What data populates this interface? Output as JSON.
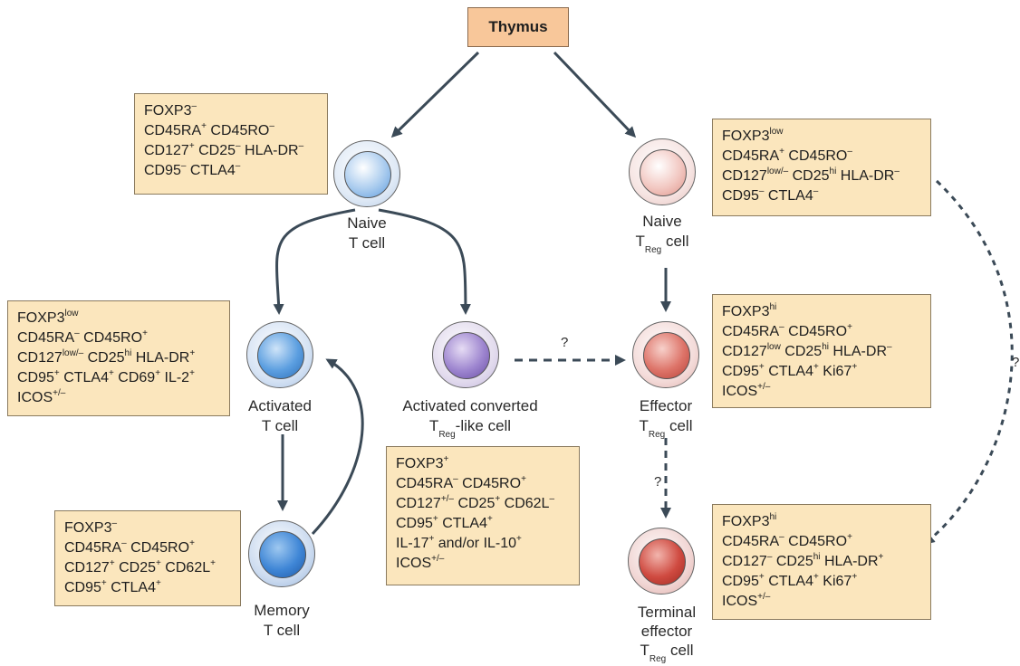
{
  "thymus_label": "Thymus",
  "cells": {
    "naive_t": {
      "label_lines": [
        "Naive",
        "T cell"
      ]
    },
    "activated_t": {
      "label_lines": [
        "Activated",
        "T cell"
      ]
    },
    "memory_t": {
      "label_lines": [
        "Memory",
        "T cell"
      ]
    },
    "activated_converted": {
      "label_line1": "Activated converted",
      "label_T": "T",
      "label_sub": "Reg",
      "label_rest": "-like cell"
    },
    "naive_treg": {
      "label_line1": "Naive",
      "label_T": "T",
      "label_sub": "Reg",
      "label_rest": " cell"
    },
    "effector_treg": {
      "label_line1": "Effector",
      "label_T": "T",
      "label_sub": "Reg",
      "label_rest": " cell"
    },
    "terminal_treg": {
      "label_line1": "Terminal",
      "label_line2": "effector",
      "label_T": "T",
      "label_sub": "Reg",
      "label_rest": " cell"
    }
  },
  "marker_boxes": {
    "naive_t": [
      [
        [
          "FOXP3",
          "–"
        ]
      ],
      [
        [
          "CD45RA",
          "+"
        ],
        [
          " CD45RO",
          "–"
        ]
      ],
      [
        [
          "CD127",
          "+"
        ],
        [
          " CD25",
          "–"
        ],
        [
          " HLA-DR",
          "–"
        ]
      ],
      [
        [
          "CD95",
          "–"
        ],
        [
          " CTLA4",
          "–"
        ]
      ]
    ],
    "naive_treg": [
      [
        [
          "FOXP3",
          "low"
        ]
      ],
      [
        [
          "CD45RA",
          "+"
        ],
        [
          " CD45RO",
          "–"
        ]
      ],
      [
        [
          "CD127",
          "low/–"
        ],
        [
          " CD25",
          "hi"
        ],
        [
          " HLA-DR",
          "–"
        ]
      ],
      [
        [
          "CD95",
          "–"
        ],
        [
          " CTLA4",
          "–"
        ]
      ]
    ],
    "activated_t": [
      [
        [
          "FOXP3",
          "low"
        ]
      ],
      [
        [
          "CD45RA",
          "–"
        ],
        [
          " CD45RO",
          "+"
        ]
      ],
      [
        [
          "CD127",
          "low/–"
        ],
        [
          " CD25",
          "hi"
        ],
        [
          " HLA-DR",
          "+"
        ]
      ],
      [
        [
          "CD95",
          "+"
        ],
        [
          " CTLA4",
          "+"
        ],
        [
          " CD69",
          "+"
        ],
        [
          " IL-2",
          "+"
        ]
      ],
      [
        [
          "ICOS",
          "+/–"
        ]
      ]
    ],
    "effector_treg": [
      [
        [
          "FOXP3",
          "hi"
        ]
      ],
      [
        [
          "CD45RA",
          "–"
        ],
        [
          " CD45RO",
          "+"
        ]
      ],
      [
        [
          "CD127",
          "low"
        ],
        [
          " CD25",
          "hi"
        ],
        [
          " HLA-DR",
          "–"
        ]
      ],
      [
        [
          "CD95",
          "+"
        ],
        [
          " CTLA4",
          "+"
        ],
        [
          " Ki67",
          "+"
        ]
      ],
      [
        [
          "ICOS",
          "+/–"
        ]
      ]
    ],
    "activated_converted": [
      [
        [
          "FOXP3",
          "+"
        ]
      ],
      [
        [
          "CD45RA",
          "–"
        ],
        [
          " CD45RO",
          "+"
        ]
      ],
      [
        [
          "CD127",
          "+/–"
        ],
        [
          " CD25",
          "+"
        ],
        [
          " CD62L",
          "–"
        ]
      ],
      [
        [
          "CD95",
          "+"
        ],
        [
          " CTLA4",
          "+"
        ]
      ],
      [
        [
          "IL-17",
          "+"
        ],
        [
          " and/or IL-10",
          "+"
        ]
      ],
      [
        [
          "ICOS",
          "+/–"
        ]
      ]
    ],
    "memory_t": [
      [
        [
          "FOXP3",
          "–"
        ]
      ],
      [
        [
          "CD45RA",
          "–"
        ],
        [
          " CD45RO",
          "+"
        ]
      ],
      [
        [
          "CD127",
          "+"
        ],
        [
          " CD25",
          "+"
        ],
        [
          " CD62L",
          "+"
        ]
      ],
      [
        [
          "CD95",
          "+"
        ],
        [
          " CTLA4",
          "+"
        ]
      ]
    ],
    "terminal_treg": [
      [
        [
          "FOXP3",
          "hi"
        ]
      ],
      [
        [
          "CD45RA",
          "–"
        ],
        [
          " CD45RO",
          "+"
        ]
      ],
      [
        [
          "CD127",
          "–"
        ],
        [
          " CD25",
          "hi"
        ],
        [
          " HLA-DR",
          "+"
        ]
      ],
      [
        [
          "CD95",
          "+"
        ],
        [
          " CTLA4",
          "+"
        ],
        [
          " Ki67",
          "+"
        ]
      ],
      [
        [
          "ICOS",
          "+/–"
        ]
      ]
    ]
  },
  "uncertain_marks": {
    "converted_to_effector": "?",
    "effector_to_terminal": "?",
    "naive_treg_to_terminal": "?"
  },
  "colors": {
    "arrow": "#3b4a57",
    "box_fill": "#fbe6bd",
    "thymus_fill": "#f8c79a"
  }
}
